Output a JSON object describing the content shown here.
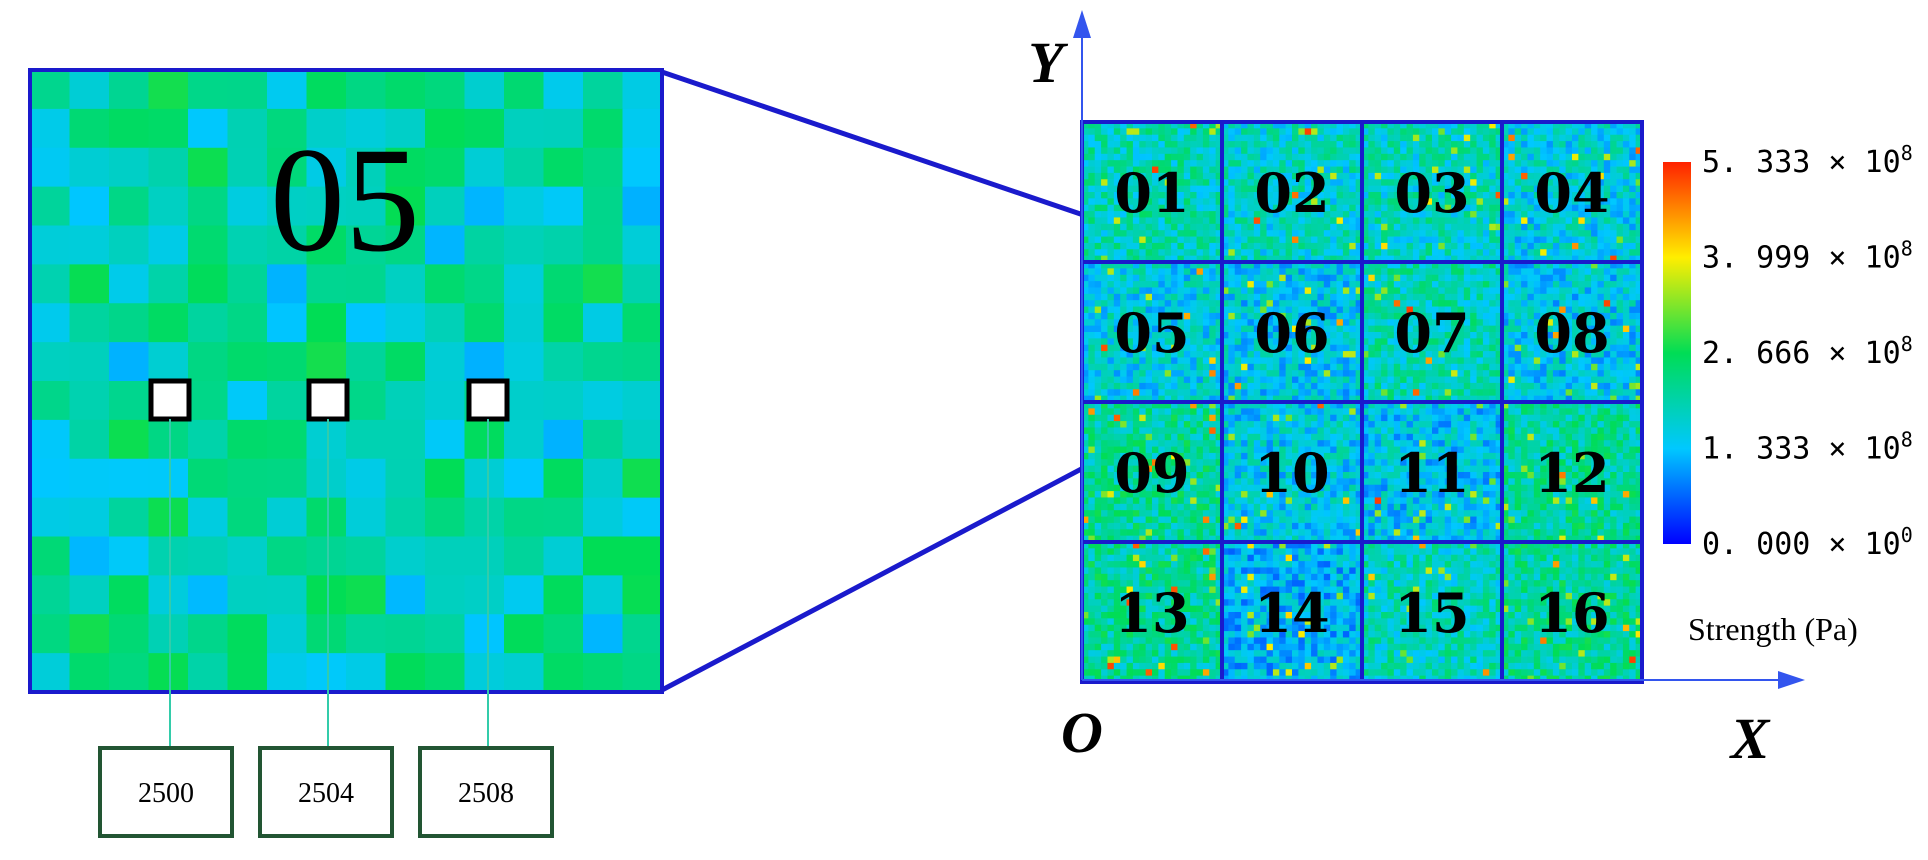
{
  "zoom_panel": {
    "label": "05",
    "elements": [
      {
        "id": "2500"
      },
      {
        "id": "2504"
      },
      {
        "id": "2508"
      }
    ]
  },
  "grid": {
    "rows": 4,
    "cols": 4,
    "cells": [
      "01",
      "02",
      "03",
      "04",
      "05",
      "06",
      "07",
      "08",
      "09",
      "10",
      "11",
      "12",
      "13",
      "14",
      "15",
      "16"
    ],
    "highlighted_cell": "05"
  },
  "axes": {
    "x_label": "X",
    "y_label": "Y",
    "origin_label": "O"
  },
  "colorbar": {
    "ticks": [
      {
        "mantissa": "5. 333",
        "exp": "8"
      },
      {
        "mantissa": "3. 999",
        "exp": "8"
      },
      {
        "mantissa": "2. 666",
        "exp": "8"
      },
      {
        "mantissa": "1. 333",
        "exp": "8"
      },
      {
        "mantissa": "0. 000",
        "exp": "0"
      }
    ],
    "times_symbol": "×",
    "base": "10",
    "unit_label": "Strength (Pa)",
    "colors": [
      "#0000ff",
      "#00c8ff",
      "#00dd55",
      "#ffee00",
      "#ff2200"
    ]
  },
  "colors": {
    "outline": "#1a1acc",
    "axis": "#3355ee",
    "connector": "#33ccaa",
    "element_box": "#225533"
  }
}
